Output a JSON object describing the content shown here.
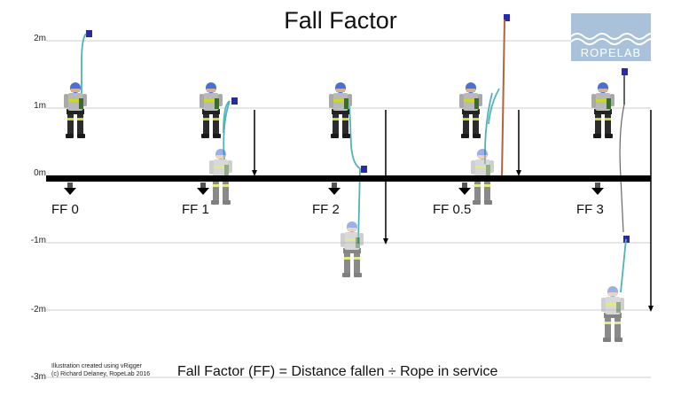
{
  "title": "Fall Factor",
  "y_axis_labels": [
    "2m",
    "1m",
    "0m",
    "-1m",
    "-2m",
    "-3m"
  ],
  "scenarios": [
    {
      "label": "FF 0"
    },
    {
      "label": "FF 1"
    },
    {
      "label": "FF 2"
    },
    {
      "label": "FF 0.5"
    },
    {
      "label": "FF 3"
    }
  ],
  "formula": "Fall Factor (FF) = Distance fallen ÷ Rope in service",
  "credit_line1": "Illustration created using vRigger",
  "credit_line2": "(c) Richard Delaney, RopeLab 2016",
  "logo_text": "ROPELAB",
  "colors": {
    "rope": "#4fb3b7",
    "rope_static": "#b5623a",
    "anchor": "#2a2aa8",
    "lanyard": "#666666",
    "platform": "#000000",
    "gridline": "#cccccc"
  }
}
